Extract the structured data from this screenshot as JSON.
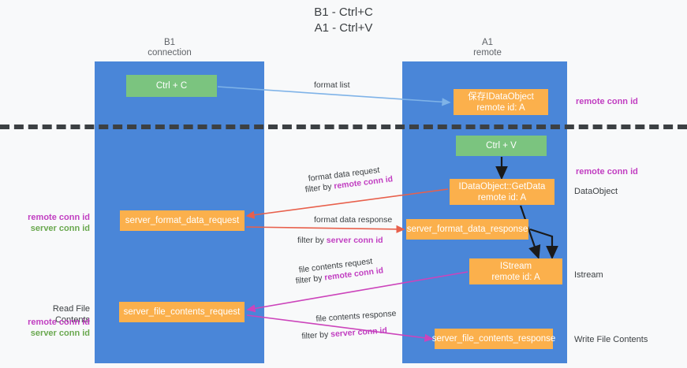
{
  "title": {
    "line1": "B1 - Ctrl+C",
    "line2": "A1 - Ctrl+V"
  },
  "columns": {
    "left": {
      "name": "B1",
      "role": "connection"
    },
    "right": {
      "name": "A1",
      "role": "remote"
    }
  },
  "nodes": {
    "ctrl_c": {
      "label": "Ctrl + C",
      "color": "#7bc47f"
    },
    "idataobject": {
      "line1": "保存IDataObject",
      "line2": "remote id: A",
      "color": "#fbb04c"
    },
    "ctrl_v": {
      "label": "Ctrl + V",
      "color": "#7bc47f"
    },
    "getdata": {
      "line1": "IDataObject::GetData",
      "line2": "remote id: A",
      "color": "#fbb04c"
    },
    "server_format_data_request": {
      "label": "server_format_data_request",
      "color": "#fbb04c"
    },
    "server_format_data_response": {
      "label": "server_format_data_response",
      "color": "#fbb04c"
    },
    "istream": {
      "line1": "IStream",
      "line2": "remote id: A",
      "color": "#fbb04c"
    },
    "server_file_contents_request": {
      "label": "server_file_contents_request",
      "color": "#fbb04c"
    },
    "server_file_contents_response": {
      "label": "server_file_contents_response",
      "color": "#fbb04c"
    }
  },
  "edges": {
    "format_list": "format list",
    "format_data_request": "format data request",
    "format_data_request_filter_prefix": "filter by ",
    "format_data_request_filter_key": "remote conn id",
    "format_data_response": "format data response",
    "format_data_response_filter_prefix": "filter by ",
    "format_data_response_filter_key": "server conn id",
    "file_contents_request": "file contents request",
    "file_contents_request_filter_prefix": "filter by ",
    "file_contents_request_filter_key": "remote conn id",
    "file_contents_response": "file contents response",
    "file_contents_response_filter_prefix": "filter by ",
    "file_contents_response_filter_key": "server conn id"
  },
  "annotations": {
    "right_remote_conn_id_top": "remote conn id",
    "right_remote_conn_id_mid": "remote conn id",
    "right_dataobject": "DataObject",
    "right_istream": "Istream",
    "right_write_file_contents": "Write File Contents",
    "left_remote_conn_id_1": "remote conn id",
    "left_server_conn_id_1": "server conn id",
    "left_read_file_contents": "Read File Contents",
    "left_remote_conn_id_2": "remote conn id",
    "left_server_conn_id_2": "server conn id"
  },
  "colors": {
    "lane": "#4a86d8",
    "green_node": "#7bc47f",
    "orange_node": "#fbb04c",
    "annotation_pink": "#c13ec1",
    "annotation_green": "#6aa84f",
    "arrow_blue": "#7fb3e8",
    "arrow_red": "#e8604c",
    "arrow_magenta": "#cc44bb",
    "arrow_black": "#1a1a1a",
    "dashed_separator": "#3c4043",
    "background": "#f8f9fa"
  }
}
